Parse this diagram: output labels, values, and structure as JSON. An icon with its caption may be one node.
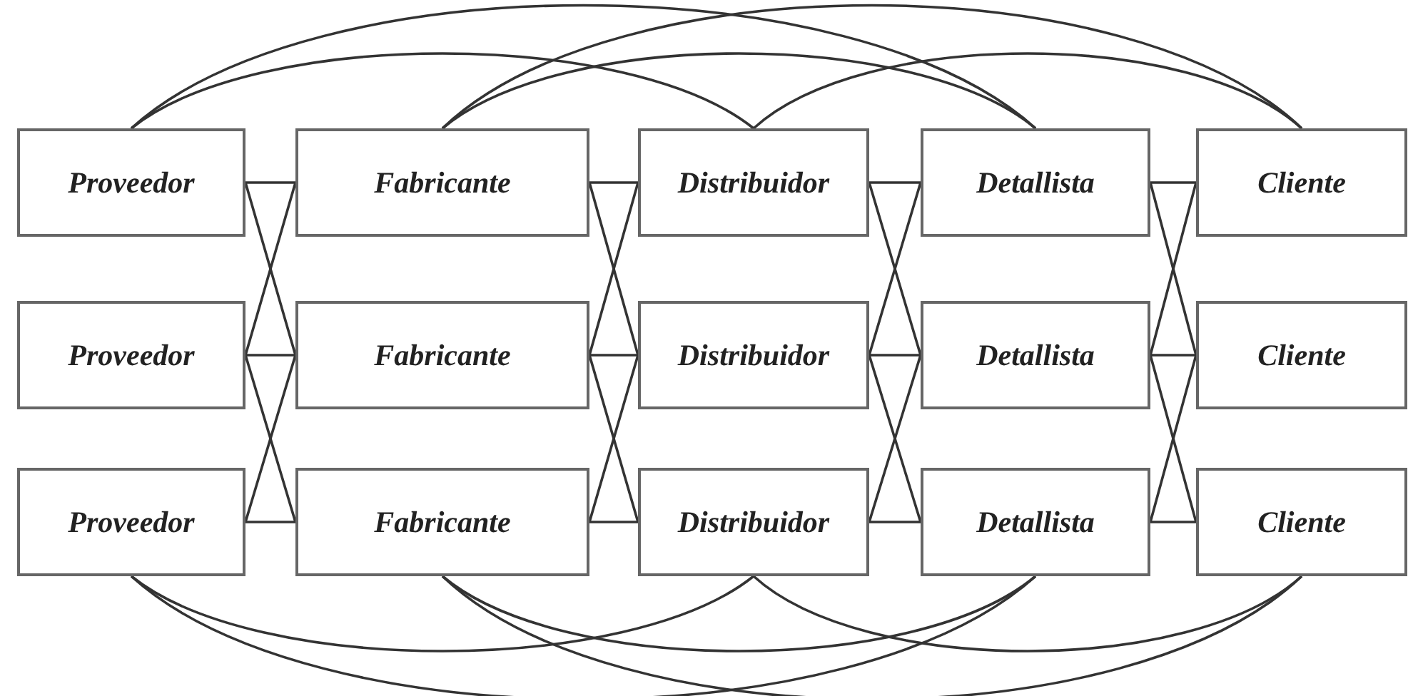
{
  "diagram": {
    "nodes": [
      {
        "text": [
          "Proveedor"
        ]
      },
      {
        "text": [
          "Fabricante"
        ]
      },
      {
        "text": [
          "Distribuidor"
        ]
      },
      {
        "text": [
          "Detallista"
        ]
      },
      {
        "text": [
          "Cliente"
        ]
      },
      {
        "text": [
          "Proveedor"
        ]
      },
      {
        "text": [
          "Fabricante"
        ]
      },
      {
        "text": [
          "Distribuidor"
        ]
      },
      {
        "text": [
          "Detallista"
        ]
      },
      {
        "text": [
          "Cliente"
        ]
      },
      {
        "text": [
          "Proveedor"
        ]
      },
      {
        "text": [
          "Fabricante"
        ]
      },
      {
        "text": [
          "Distribuidor"
        ]
      },
      {
        "text": [
          "Detallista"
        ]
      },
      {
        "text": [
          "Cliente"
        ]
      }
    ],
    "edges": [
      {
        "from": 0,
        "to": 1,
        "arrow": "none"
      },
      {
        "from": 5,
        "to": 6,
        "arrow": "none"
      },
      {
        "from": 10,
        "to": 11,
        "arrow": "none"
      },
      {
        "from": 0,
        "to": 6,
        "arrow": "none"
      },
      {
        "from": 5,
        "to": 1,
        "arrow": "none"
      },
      {
        "from": 5,
        "to": 11,
        "arrow": "none"
      },
      {
        "from": 10,
        "to": 6,
        "arrow": "none"
      },
      {
        "from": 1,
        "to": 2,
        "arrow": "none"
      },
      {
        "from": 6,
        "to": 7,
        "arrow": "none"
      },
      {
        "from": 11,
        "to": 12,
        "arrow": "none"
      },
      {
        "from": 1,
        "to": 7,
        "arrow": "none"
      },
      {
        "from": 6,
        "to": 2,
        "arrow": "none"
      },
      {
        "from": 6,
        "to": 12,
        "arrow": "none"
      },
      {
        "from": 11,
        "to": 7,
        "arrow": "none"
      },
      {
        "from": 2,
        "to": 3,
        "arrow": "none"
      },
      {
        "from": 7,
        "to": 8,
        "arrow": "none"
      },
      {
        "from": 12,
        "to": 13,
        "arrow": "none"
      },
      {
        "from": 2,
        "to": 8,
        "arrow": "none"
      },
      {
        "from": 7,
        "to": 3,
        "arrow": "none"
      },
      {
        "from": 7,
        "to": 13,
        "arrow": "none"
      },
      {
        "from": 12,
        "to": 8,
        "arrow": "none"
      },
      {
        "from": 3,
        "to": 4,
        "arrow": "none"
      },
      {
        "from": 8,
        "to": 9,
        "arrow": "none"
      },
      {
        "from": 13,
        "to": 14,
        "arrow": "none"
      },
      {
        "from": 3,
        "to": 9,
        "arrow": "none"
      },
      {
        "from": 8,
        "to": 4,
        "arrow": "none"
      },
      {
        "from": 8,
        "to": 14,
        "arrow": "none"
      },
      {
        "from": 13,
        "to": 9,
        "arrow": "none"
      },
      {
        "from": 0,
        "to": 2,
        "arrow": "none"
      },
      {
        "from": 0,
        "to": 3,
        "arrow": "none"
      },
      {
        "from": 1,
        "to": 3,
        "arrow": "none"
      },
      {
        "from": 1,
        "to": 4,
        "arrow": "none"
      },
      {
        "from": 2,
        "to": 4,
        "arrow": "none"
      },
      {
        "from": 10,
        "to": 12,
        "arrow": "none"
      },
      {
        "from": 10,
        "to": 13,
        "arrow": "none"
      },
      {
        "from": 11,
        "to": 13,
        "arrow": "none"
      },
      {
        "from": 11,
        "to": 14,
        "arrow": "none"
      },
      {
        "from": 12,
        "to": 14,
        "arrow": "none"
      }
    ]
  }
}
